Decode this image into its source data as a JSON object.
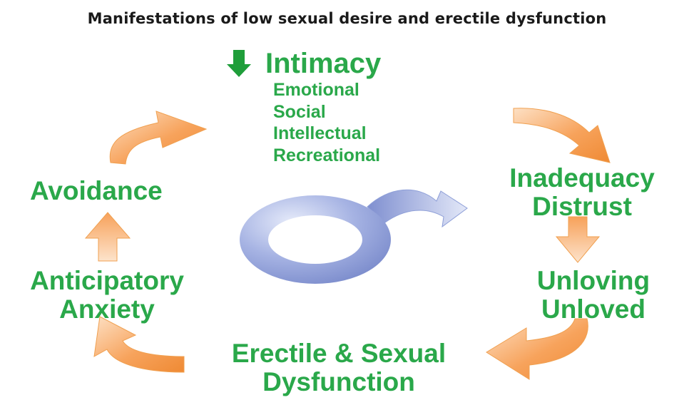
{
  "title": "Manifestations of  low sexual desire and erectile dysfunction",
  "nodes": {
    "intimacy": {
      "label": "Intimacy",
      "items": [
        "Emotional",
        "Social",
        "Intellectual",
        "Recreational"
      ]
    },
    "inadequacy": [
      "Inadequacy",
      "Distrust"
    ],
    "unloving": [
      "Unloving",
      "Unloved"
    ],
    "erectile": [
      "Erectile & Sexual",
      "Dysfunction"
    ],
    "anxiety": [
      "Anticipatory",
      "Anxiety"
    ],
    "avoidance": "Avoidance"
  },
  "colors": {
    "text_green": "#2aa84a",
    "arrow_orange": "#f39a4a",
    "symbol_blue": "#8e9fd8",
    "down_arrow_green": "#1f9e3a"
  },
  "icons": {
    "center": "male-symbol-icon",
    "intimacy_marker": "down-arrow-icon"
  }
}
